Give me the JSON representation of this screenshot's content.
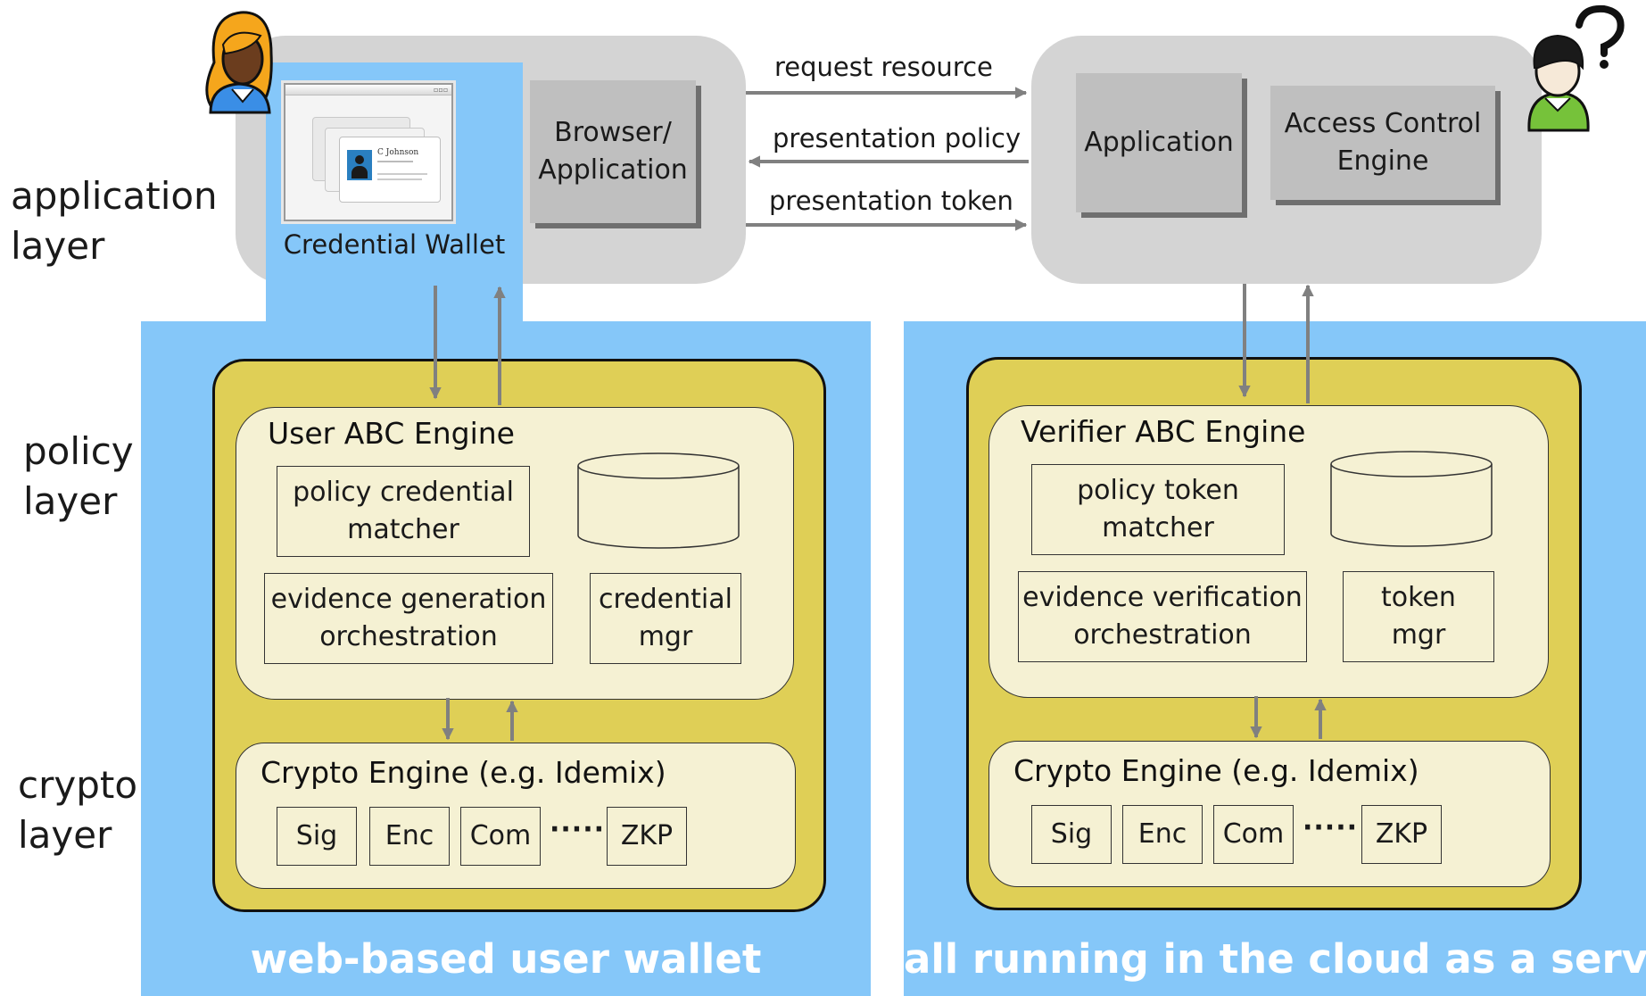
{
  "layers": {
    "application": [
      "application",
      "layer"
    ],
    "policy": [
      "policy",
      "layer"
    ],
    "crypto": [
      "crypto",
      "layer"
    ]
  },
  "user_side": {
    "wallet_label": "Credential Wallet",
    "wallet_card_name": "C Johnson",
    "browser": [
      "Browser/",
      "Application"
    ],
    "engine_title": "User ABC Engine",
    "components": {
      "matcher": [
        "policy credential",
        "matcher"
      ],
      "storage": "storage",
      "orchestration": [
        "evidence generation",
        "orchestration"
      ],
      "mgr": [
        "credential",
        "mgr"
      ]
    },
    "crypto_title": "Crypto Engine (e.g. Idemix)",
    "crypto_modules": [
      "Sig",
      "Enc",
      "Com",
      "ZKP"
    ],
    "ellipsis": "·····",
    "footer": "web-based user wallet"
  },
  "verifier_side": {
    "application": "Application",
    "access_control": [
      "Access Control",
      "Engine"
    ],
    "engine_title": "Verifier ABC Engine",
    "components": {
      "matcher": [
        "policy token",
        "matcher"
      ],
      "storage": "storage",
      "orchestration": [
        "evidence verification",
        "orchestration"
      ],
      "mgr": [
        "token",
        "mgr"
      ]
    },
    "crypto_title": "Crypto Engine (e.g. Idemix)",
    "crypto_modules": [
      "Sig",
      "Enc",
      "Com",
      "ZKP"
    ],
    "ellipsis": "·····",
    "footer": "all running in the cloud as a service"
  },
  "messages": {
    "request": "request resource",
    "policy": "presentation policy",
    "token": "presentation token"
  },
  "icons": {
    "user": "user-woman-icon",
    "verifier": "user-question-icon",
    "wallet": "id-cards-icon"
  },
  "colors": {
    "blue": "#85c7f9",
    "gray_container": "#d4d4d4",
    "gray_box": "#bfbfbf",
    "engine_yellow": "#dfcf56",
    "engine_cream": "#f5f1d3",
    "arrow": "#808080"
  }
}
